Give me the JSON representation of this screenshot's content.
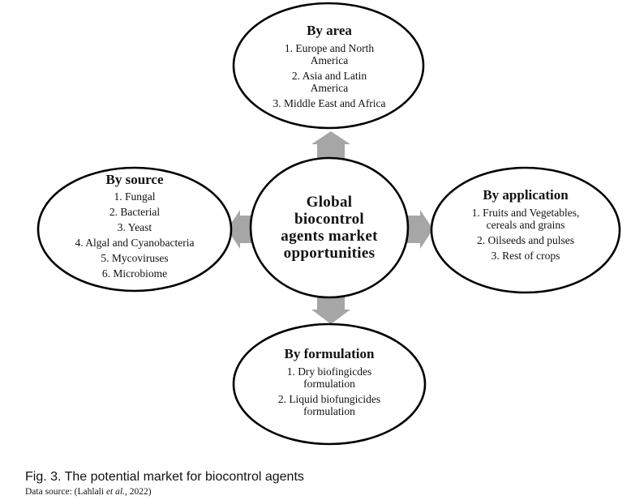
{
  "diagram": {
    "center": {
      "lines": [
        "Global",
        "biocontrol",
        "agents market",
        "opportunities"
      ]
    },
    "nodes": {
      "area": {
        "title": "By area",
        "items": [
          "1. Europe and North America",
          "2. Asia and Latin America",
          "3. Middle East and Africa"
        ],
        "lines": [
          [
            "1. Europe and North",
            "America"
          ],
          [
            "2. Asia and Latin",
            "America"
          ],
          [
            "3. Middle East and Africa"
          ]
        ]
      },
      "source": {
        "title": "By source",
        "items": [
          "1. Fungal",
          "2. Bacterial",
          "3. Yeast",
          "4. Algal and Cyanobacteria",
          "5. Mycoviruses",
          "6. Microbiome"
        ]
      },
      "application": {
        "title": "By application",
        "items": [
          "1. Fruits and Vegetables, cereals and grains",
          "2. Oilseeds and pulses",
          "3. Rest of crops"
        ],
        "lines": [
          [
            "1. Fruits and Vegetables,",
            "cereals and grains"
          ],
          [
            "2. Oilseeds and pulses"
          ],
          [
            "3. Rest of crops"
          ]
        ]
      },
      "formulation": {
        "title": "By formulation",
        "items": [
          "1. Dry biofingicdes formulation",
          "2. Liquid biofungicides formulation"
        ],
        "lines": [
          [
            "1. Dry biofingicdes",
            "formulation"
          ],
          [
            "2. Liquid biofungicides",
            "formulation"
          ]
        ]
      }
    },
    "edges": [
      {
        "from": "center",
        "to": "area",
        "direction": "up"
      },
      {
        "from": "center",
        "to": "source",
        "direction": "left"
      },
      {
        "from": "center",
        "to": "application",
        "direction": "right"
      },
      {
        "from": "center",
        "to": "formulation",
        "direction": "down"
      }
    ],
    "colors": {
      "outline": "#000000",
      "arrow": "#a6a6a6",
      "fill": "#ffffff"
    }
  },
  "caption": {
    "figure_label": "Fig. 3. The potential market for biocontrol agents",
    "source_prefix": "Data source: (Lahlali ",
    "source_italic": "et al.",
    "source_suffix": ", 2022)"
  }
}
